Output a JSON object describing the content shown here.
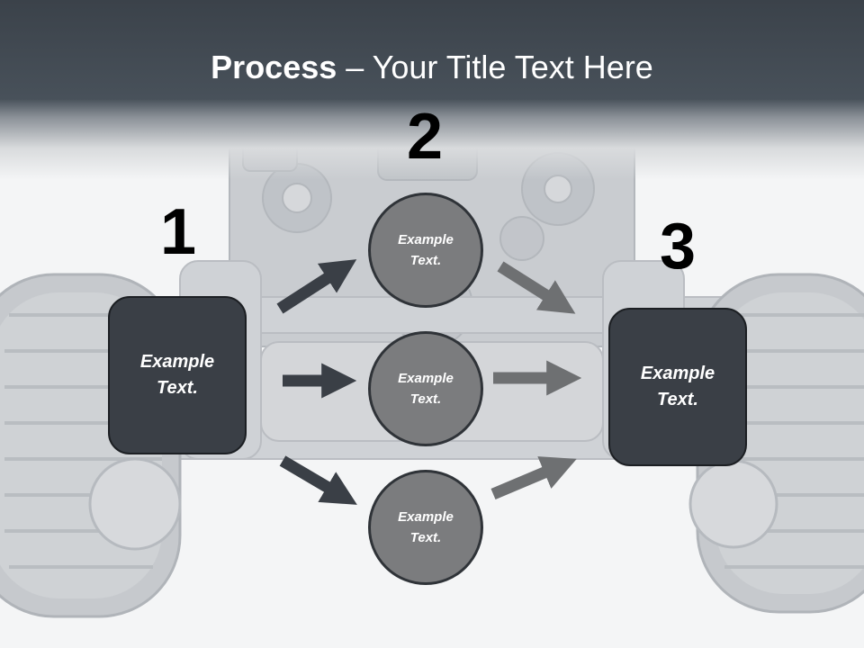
{
  "title": {
    "bold": "Process",
    "rest": " – Your Title Text Here"
  },
  "steps": [
    {
      "number": "1"
    },
    {
      "number": "2"
    },
    {
      "number": "3"
    }
  ],
  "left_box": {
    "line1": "Example",
    "line2": "Text."
  },
  "circles": [
    {
      "line1": "Example",
      "line2": "Text."
    },
    {
      "line1": "Example",
      "line2": "Text."
    },
    {
      "line1": "Example",
      "line2": "Text."
    }
  ],
  "right_box": {
    "line1": "Example",
    "line2": "Text."
  },
  "colors": {
    "title_band": "#48515a",
    "box_fill": "#3a3f46",
    "circle_fill": "#7b7c7e",
    "left_arrows": "#3a3f46",
    "right_arrows": "#6e7072"
  },
  "background_image": "car-chassis-engine-photo"
}
